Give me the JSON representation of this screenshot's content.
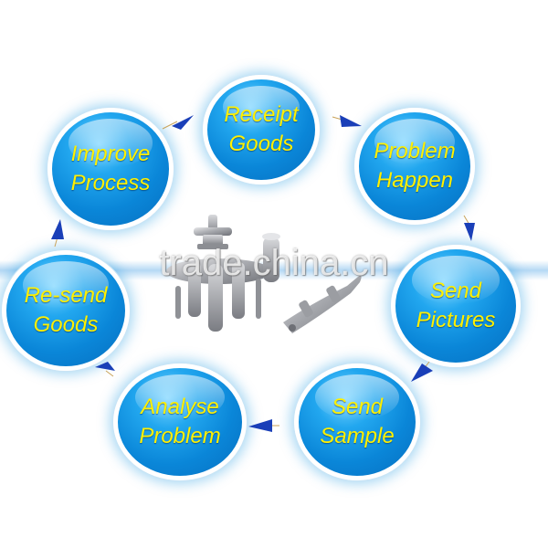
{
  "diagram": {
    "nodes": [
      {
        "id": "receipt",
        "label": "Receipt\nGoods"
      },
      {
        "id": "problem",
        "label": "Problem\nHappen"
      },
      {
        "id": "pictures",
        "label": "Send\nPictures"
      },
      {
        "id": "sample",
        "label": "Send\nSample"
      },
      {
        "id": "analyse",
        "label": "Analyse\nProblem"
      },
      {
        "id": "resend",
        "label": "Re-send\nGoods"
      },
      {
        "id": "improve",
        "label": "Improve\nProcess"
      }
    ],
    "flow": [
      {
        "from": "improve",
        "to": "receipt"
      },
      {
        "from": "receipt",
        "to": "problem"
      },
      {
        "from": "problem",
        "to": "pictures"
      },
      {
        "from": "pictures",
        "to": "sample"
      },
      {
        "from": "sample",
        "to": "analyse"
      },
      {
        "from": "analyse",
        "to": "resend"
      },
      {
        "from": "resend",
        "to": "improve"
      }
    ],
    "watermark": "trade.china.cn",
    "center_image": "stainless-steel-boat-cleat-hardware",
    "colors": {
      "node_fill": "#0a86d8",
      "node_text": "#fff000",
      "arrow": "#1a3fb8",
      "background": "#ffffff"
    }
  }
}
